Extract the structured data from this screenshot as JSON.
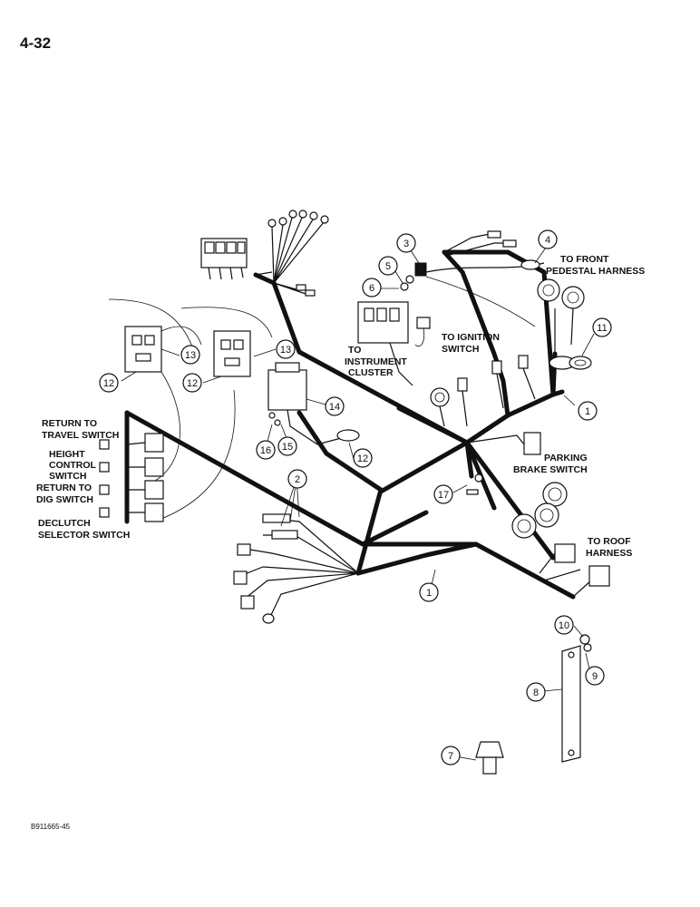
{
  "page_number": "4-32",
  "document_code": "B911665-45",
  "labels": {
    "return_travel": [
      "RETURN TO",
      "TRAVEL SWITCH"
    ],
    "height_control": [
      "HEIGHT",
      "CONTROL",
      "SWITCH"
    ],
    "return_dig": [
      "RETURN TO",
      "DIG SWITCH"
    ],
    "declutch": [
      "DECLUTCH",
      "SELECTOR SWITCH"
    ],
    "to_front": [
      "TO FRONT",
      "PEDESTAL HARNESS"
    ],
    "to_ignition": [
      "TO IGNITION",
      "SWITCH"
    ],
    "to_instrument": [
      "TO",
      "INSTRUMENT",
      "CLUSTER"
    ],
    "parking_brake": [
      "PARKING",
      "BRAKE SWITCH"
    ],
    "to_roof": [
      "TO ROOF",
      "HARNESS"
    ]
  },
  "callouts": {
    "c1a": "1",
    "c1b": "1",
    "c2": "2",
    "c3": "3",
    "c4": "4",
    "c5": "5",
    "c6": "6",
    "c7": "7",
    "c8": "8",
    "c9": "9",
    "c10": "10",
    "c11": "11",
    "c12a": "12",
    "c12b": "12",
    "c12c": "12",
    "c13a": "13",
    "c13b": "13",
    "c14": "14",
    "c15": "15",
    "c16": "16",
    "c17": "17"
  }
}
